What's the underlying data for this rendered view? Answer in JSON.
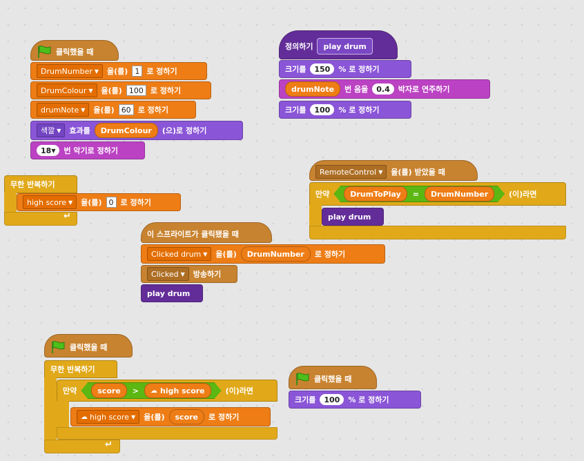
{
  "colors": {
    "events": "#c88330",
    "data": "#ee7d16",
    "looks": "#8a55d7",
    "sound": "#bb42c3",
    "control": "#e1a91a",
    "more_blocks": "#632d99",
    "operators": "#5cb712"
  },
  "script1": {
    "hat": "클릭했을 때",
    "set1": {
      "var": "DrumNumber",
      "to": "을(를)",
      "value": "1",
      "end": "로 정하기"
    },
    "set2": {
      "var": "DrumColour",
      "to": "을(를)",
      "value": "100",
      "end": "로 정하기"
    },
    "set3": {
      "var": "drumNote",
      "to": "을(를)",
      "value": "60",
      "end": "로 정하기"
    },
    "effect": {
      "effect": "색깔",
      "label": "효과를",
      "var": "DrumColour",
      "end": "(으)로 정하기"
    },
    "drum": {
      "value": "18",
      "end": "번 악기로 정하기"
    }
  },
  "script2": {
    "forever": "무한 반복하기",
    "set": {
      "var": "high score",
      "to": "을(를)",
      "value": "0",
      "end": "로 정하기"
    },
    "loop_icon": "loop-arrow-icon"
  },
  "script3": {
    "define": "정의하기",
    "name": "play drum",
    "size1": {
      "label": "크기를",
      "value": "150",
      "end": "% 로 정하기"
    },
    "note": {
      "var": "drumNote",
      "label": "번 음을",
      "value": "0.4",
      "end": "박자로 연주하기"
    },
    "size2": {
      "label": "크기를",
      "value": "100",
      "end": "% 로 정하기"
    }
  },
  "script4": {
    "hat": {
      "msg": "RemoteControl",
      "end": "을(를) 받았을 때"
    },
    "if": {
      "label": "만약",
      "left": "DrumToPlay",
      "op": "=",
      "right": "DrumNumber",
      "end": "(이)라면"
    },
    "call": "play drum"
  },
  "script5": {
    "hat": "이 스프라이트가 클릭됐을 때",
    "set": {
      "var": "Clicked drum",
      "to": "을(를)",
      "value": "DrumNumber",
      "end": "로 정하기"
    },
    "broadcast": {
      "msg": "Clicked",
      "end": "방송하기"
    },
    "call": "play drum"
  },
  "script6": {
    "hat": "클릭했을 때",
    "forever": "무한 반복하기",
    "if": {
      "label": "만약",
      "left": "score",
      "op": ">",
      "right": "high score",
      "end": "(이)라면"
    },
    "set": {
      "var": "high score",
      "to": "을(를)",
      "value": "score",
      "end": "로 정하기"
    }
  },
  "script7": {
    "hat": "클릭했을 때",
    "size": {
      "label": "크기를",
      "value": "100",
      "end": "% 로 정하기"
    }
  }
}
